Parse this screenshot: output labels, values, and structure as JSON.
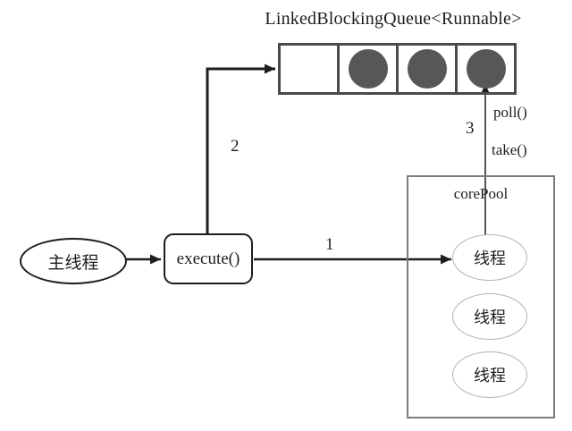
{
  "diagram": {
    "title": "LinkedBlockingQueue<Runnable>",
    "main_thread": "主线程",
    "execute": "execute()",
    "core_pool": {
      "label": "corePool",
      "threads": [
        "线程",
        "线程",
        "线程"
      ]
    },
    "queue": {
      "cells": [
        {
          "filled": false
        },
        {
          "filled": true
        },
        {
          "filled": true
        },
        {
          "filled": true
        }
      ]
    },
    "labels": {
      "step1": "1",
      "step2": "2",
      "step3": "3",
      "poll": "poll()",
      "take": "take()"
    },
    "colors": {
      "line": "#1d1d1d",
      "queue_border": "#4a4a4a",
      "task_circle": "#575757",
      "pool_border": "#7d7d7d",
      "thread_border": "#b3b3b3",
      "text": "#1d1d1d"
    }
  }
}
